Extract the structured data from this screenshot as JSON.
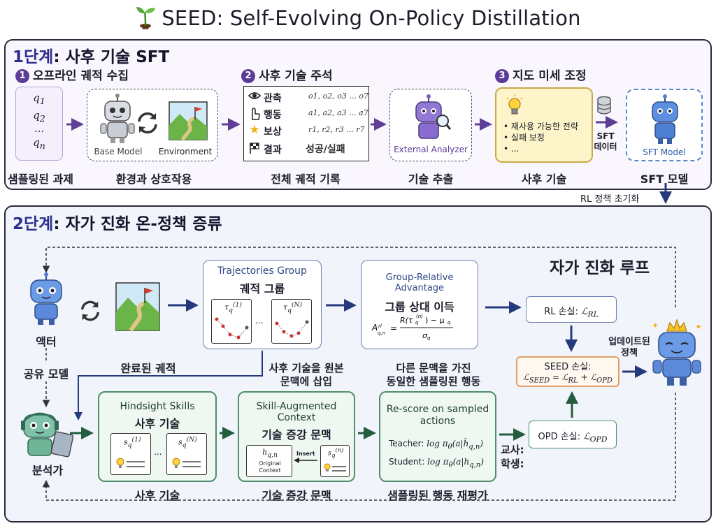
{
  "title": "SEED: Self-Evolving On-Policy Distillation",
  "stage1": {
    "title_num": "1단계",
    "title_text": ": 사후 기술 SFT",
    "steps": [
      {
        "num": "1",
        "label": "오프라인 궤적 수집"
      },
      {
        "num": "2",
        "label": "사후 기술 주석"
      },
      {
        "num": "3",
        "label": "지도 미세 조정"
      }
    ],
    "tasks": [
      "q1",
      "q2",
      "...",
      "qn"
    ],
    "tasks_caption": "샘플링된 과제",
    "base_model_label": "Base Model",
    "environment_label": "Environment",
    "interact_caption": "환경과 상호작용",
    "annotation_rows": [
      {
        "icon": "eye-icon",
        "label": "관측",
        "value": "o1, o2, o3 ... o7"
      },
      {
        "icon": "hand-icon",
        "label": "행동",
        "value": "a1, a2, a3 ... a7"
      },
      {
        "icon": "star-icon",
        "label": "보상",
        "value": "r1, r2, r3 ... r7"
      },
      {
        "icon": "flag-icon",
        "label": "결과",
        "value": "성공/실패"
      }
    ],
    "trajectory_caption": "전체 궤적 기록",
    "analyzer_label": "External Analyzer",
    "extract_caption": "기술 추출",
    "hindsight_items": [
      "재사용 가능한 전략",
      "실패 보정",
      "..."
    ],
    "hindsight_caption": "사후 기술",
    "sft_data_label": "SFT\n데이터",
    "sft_model_label": "SFT Model",
    "sft_model_caption": "SFT 모델",
    "rl_init_label": "RL 정책 초기화"
  },
  "stage2": {
    "title_num": "2단계",
    "title_text": ": 자가 진화 온-정책 증류",
    "loop_label": "자가 진화 루프",
    "actor_label": "액터",
    "shared_model_label": "공유 모델",
    "analyzer_label": "분석가",
    "completed_caption": "완료된 궤적",
    "traj_group_en": "Trajectories Group",
    "traj_group_ko": "궤적 그룹",
    "traj_tau1": "τq(1)",
    "traj_tauN": "τq(N)",
    "insert_note": "사후 기술을 원본\n문맥에 삽입",
    "gra_en": "Group-Relative\nAdvantage",
    "gra_ko": "그룹 상대 이득",
    "gra_formula": "A_{q,n} = (R(τ) − μ_q) / σ_q",
    "same_action_note": "다른 문맥을 가진\n동일한 샘플링된 행동",
    "rl_loss": "RL 손실: ℒRL",
    "seed_loss_title": "SEED 손실:",
    "seed_loss_formula": "ℒSEED = ℒRL + ℒOPD",
    "opd_loss": "OPD 손실: ℒOPD",
    "updated_policy": "업데이트된\n정책",
    "hindsight_en": "Hindsight Skills",
    "hindsight_ko": "사후 기술",
    "hindsight_caption": "사후 기술",
    "sk1": "sq(1)",
    "skN": "sq(N)",
    "aug_en": "Skill-Augmented\nContext",
    "aug_ko": "기술 증강 문맥",
    "aug_caption": "기술 증강 문맥",
    "h_label": "hq,n",
    "original_context": "Original\nContext",
    "insert_label": "Insert",
    "rescore_en": "Re-score on sampled\nactions",
    "teacher": "Teacher: log πθ(a|h̃q,n)",
    "student": "Student: log πθ(a|hq,n)",
    "teacher_student_label": "교사:\n학생:",
    "rescore_caption": "샘플링된 행동 재평가"
  },
  "colors": {
    "stage1_bg": "#faf6fd",
    "stage2_bg": "#f1f5fb",
    "arrow_purple": "#5d3f96",
    "arrow_navy": "#243a7c",
    "arrow_green": "#245c3e"
  }
}
